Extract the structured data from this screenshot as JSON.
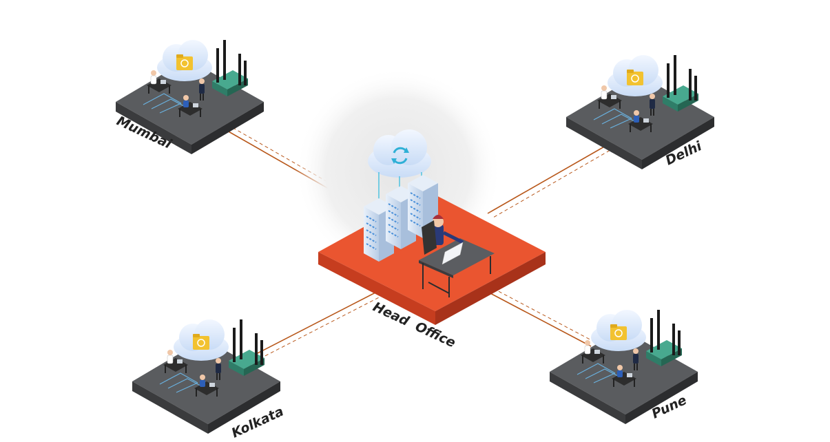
{
  "diagram": {
    "hub": {
      "label": "Head Office"
    },
    "branches": [
      {
        "label": "Mumbai"
      },
      {
        "label": "Delhi"
      },
      {
        "label": "Kolkata"
      },
      {
        "label": "Pune"
      }
    ],
    "colors": {
      "hub_platform": "#e9532e",
      "branch_platform": "#4d4f52",
      "link_line": "#b8571a",
      "router": "#3e9a82",
      "cloud": "#dbe9fb",
      "folder": "#f2c230"
    }
  }
}
